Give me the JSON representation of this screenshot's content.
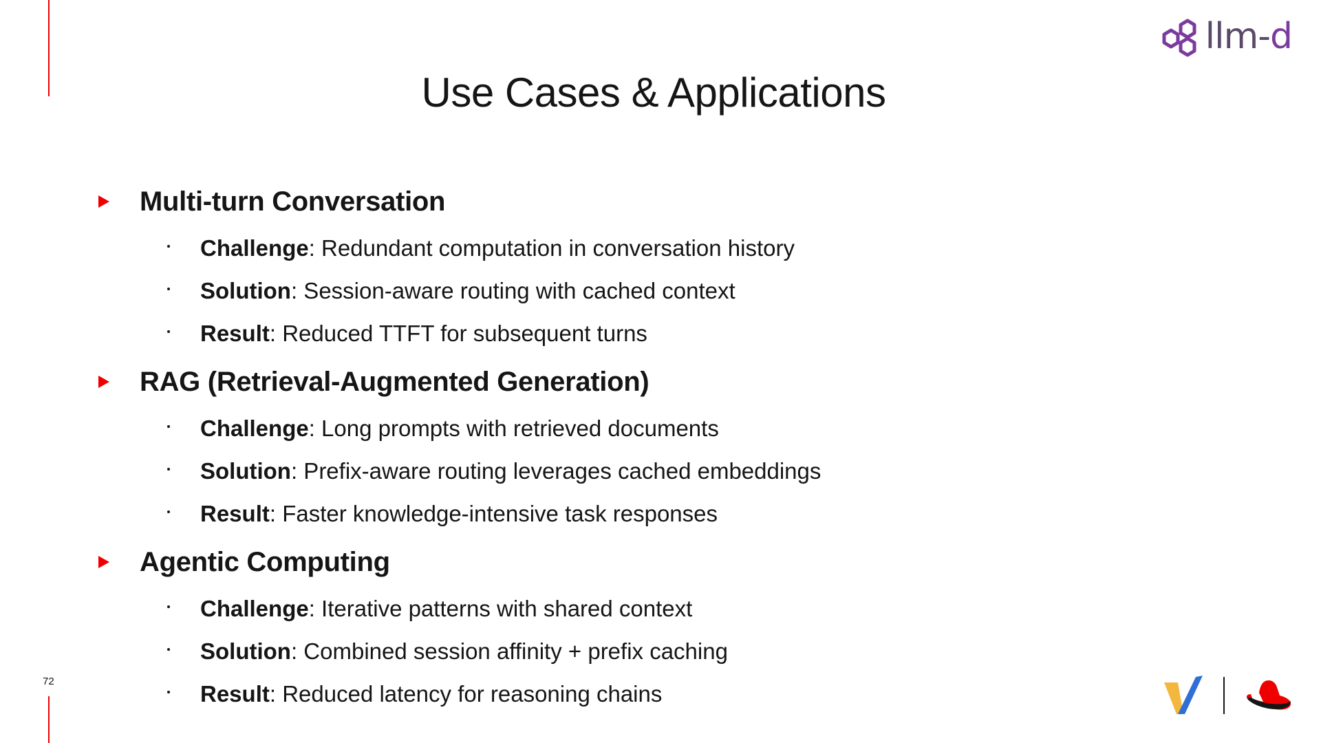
{
  "slide": {
    "title": "Use Cases & Applications",
    "page_number": "72"
  },
  "logo": {
    "text_main": "llm-",
    "text_accent": "d"
  },
  "sections": [
    {
      "title": "Multi-turn Conversation",
      "items": [
        {
          "label": "Challenge",
          "text": ": Redundant computation in conversation history"
        },
        {
          "label": "Solution",
          "text": ": Session-aware routing with cached context"
        },
        {
          "label": "Result",
          "text": ": Reduced TTFT for subsequent turns"
        }
      ]
    },
    {
      "title": "RAG (Retrieval-Augmented Generation)",
      "items": [
        {
          "label": "Challenge",
          "text": ": Long prompts with retrieved documents"
        },
        {
          "label": "Solution",
          "text": ": Prefix-aware routing leverages cached embeddings"
        },
        {
          "label": "Result",
          "text": ": Faster knowledge-intensive task responses"
        }
      ]
    },
    {
      "title": "Agentic Computing",
      "items": [
        {
          "label": "Challenge",
          "text": ": Iterative patterns with shared context"
        },
        {
          "label": "Solution",
          "text": ": Combined session affinity + prefix caching"
        },
        {
          "label": "Result",
          "text": ": Reduced latency for reasoning chains"
        }
      ]
    }
  ],
  "colors": {
    "accent_red": "#ee0000",
    "logo_purple": "#7a3b9c",
    "vllm_yellow": "#f4b73d",
    "vllm_blue": "#2f6fd6"
  },
  "icons": [
    "llm-d-logo-icon",
    "vllm-logo-icon",
    "red-hat-logo-icon",
    "triangle-bullet-icon"
  ]
}
